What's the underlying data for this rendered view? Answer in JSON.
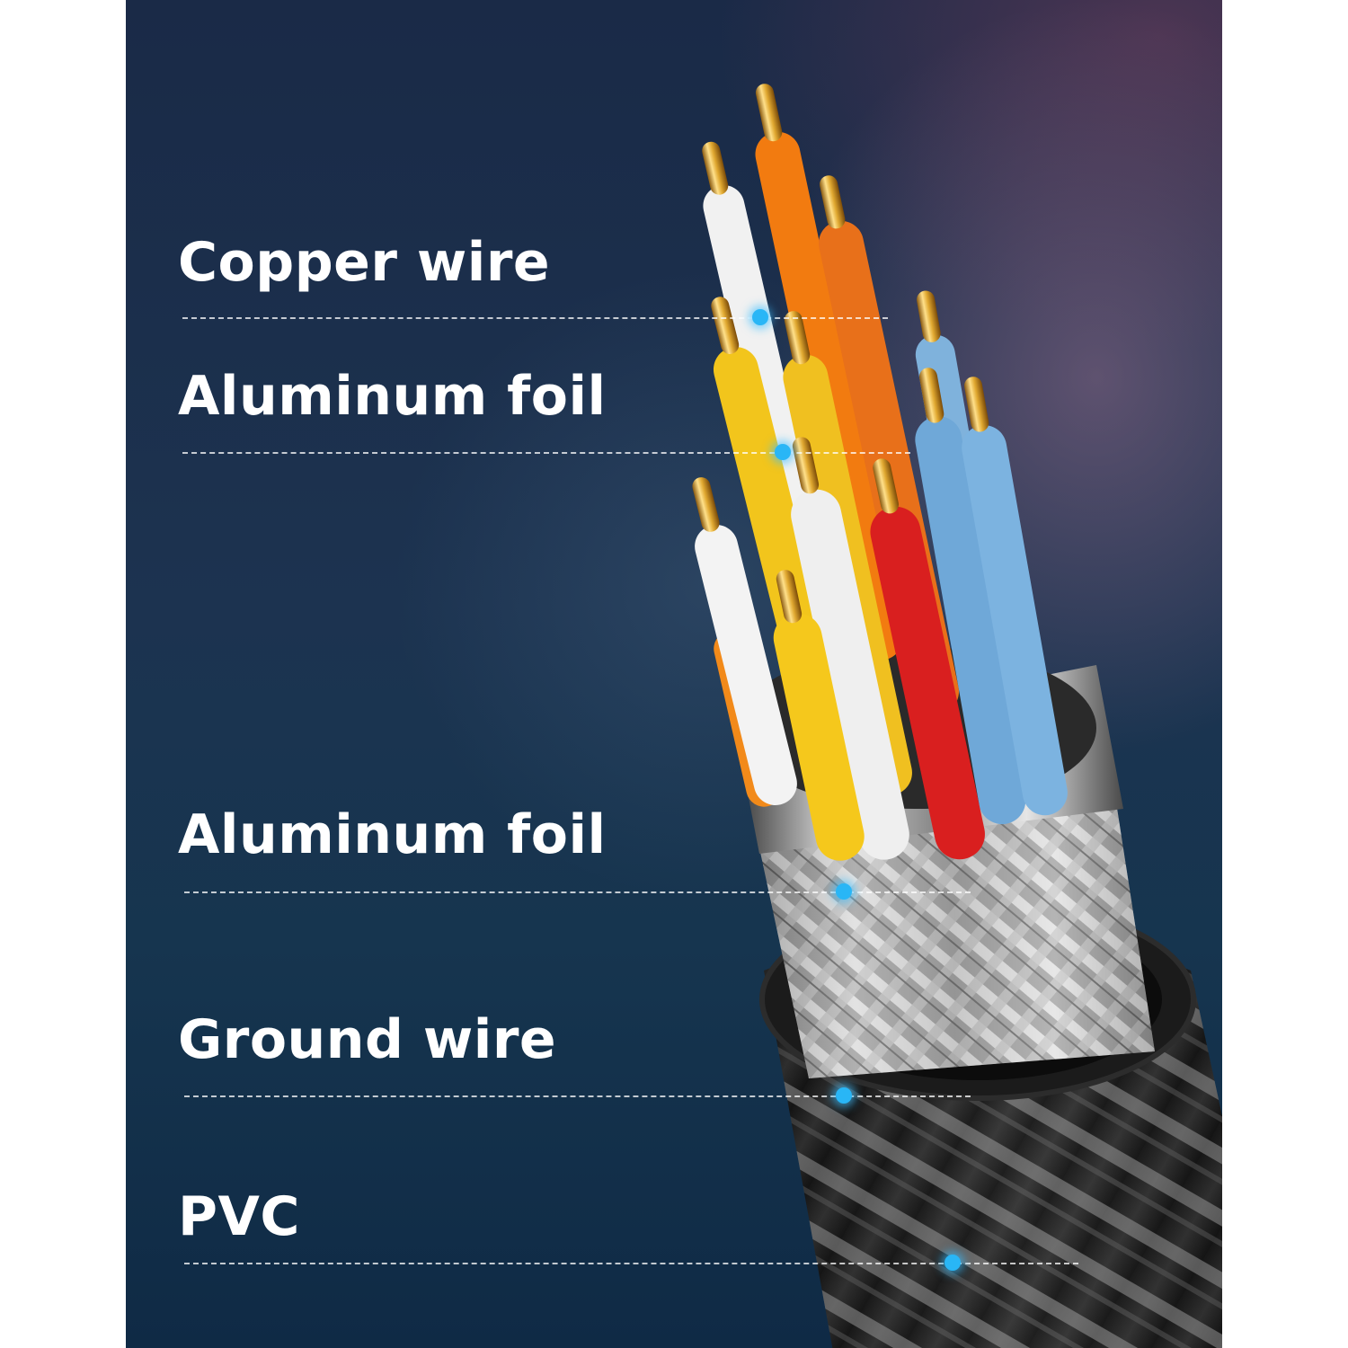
{
  "callouts": [
    {
      "label": "Copper wire"
    },
    {
      "label": "Aluminum foil"
    },
    {
      "label": "Aluminum foil"
    },
    {
      "label": "Ground wire"
    },
    {
      "label": "PVC"
    }
  ],
  "accent_color": "#29b6f6",
  "text_color": "#ffffff"
}
